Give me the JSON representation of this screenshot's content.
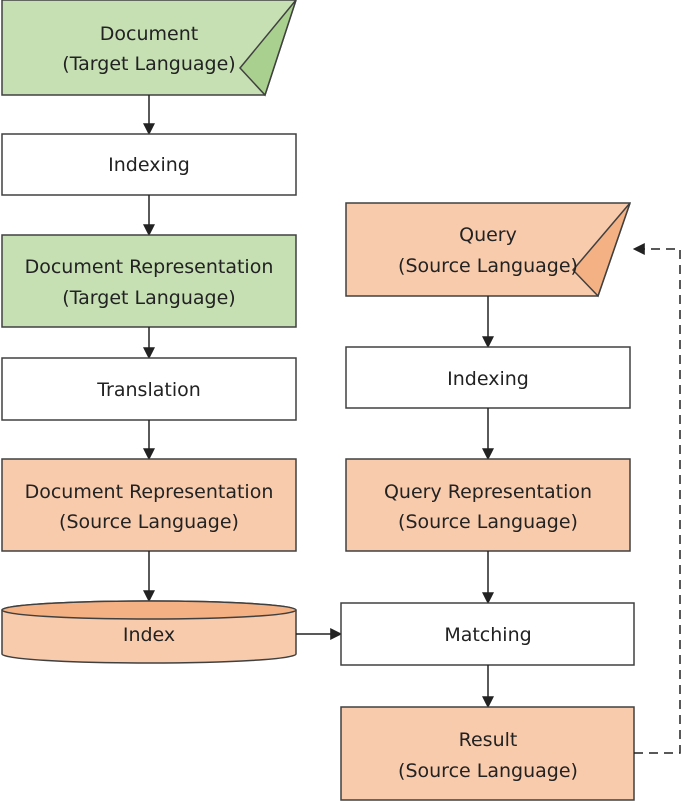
{
  "colors": {
    "green_fill": "#c6e0b4",
    "green_fold": "#a9d08e",
    "orange_fill": "#f8cbad",
    "orange_fold": "#f4b183",
    "white_fill": "#ffffff",
    "stroke": "#404040"
  },
  "left_column": {
    "document": {
      "line1": "Document",
      "line2": "(Target Language)"
    },
    "indexing": "Indexing",
    "doc_rep_target": {
      "line1": "Document Representation",
      "line2": "(Target Language)"
    },
    "translation": "Translation",
    "doc_rep_source": {
      "line1": "Document Representation",
      "line2": "(Source Language)"
    },
    "index": "Index"
  },
  "right_column": {
    "query": {
      "line1": "Query",
      "line2": "(Source Language)"
    },
    "indexing": "Indexing",
    "query_rep": {
      "line1": "Query Representation",
      "line2": "(Source Language)"
    },
    "matching": "Matching",
    "result": {
      "line1": "Result",
      "line2": "(Source Language)"
    }
  }
}
